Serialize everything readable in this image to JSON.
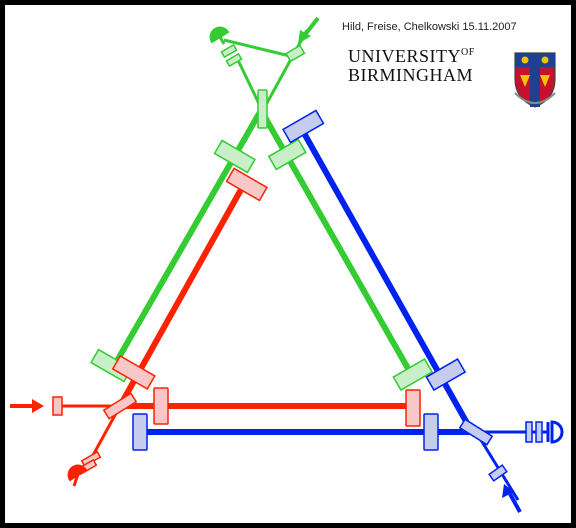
{
  "header": {
    "credit": "Hild, Freise, Chelkowski 15.11.2007",
    "university_line1": "UNIVERSITY",
    "university_of": "OF",
    "university_line2": "BIRMINGHAM",
    "crest_icon": "university-crest-icon"
  },
  "colors": {
    "green": "#33cc33",
    "green_fill": "#c9efc9",
    "red": "#ff2200",
    "red_fill": "#f8c8c8",
    "blue": "#0022ee",
    "blue_fill": "#c5ccee",
    "background": "#000000",
    "panel": "#ffffff"
  },
  "icons": {
    "red_input_arrow": "arrow-right-icon",
    "green_input_arrow": "arrow-down-left-icon",
    "blue_input_arrow": "arrow-up-left-icon",
    "red_detector": "photodetector-icon",
    "green_detector": "photodetector-icon",
    "blue_detector": "photodetector-icon"
  }
}
